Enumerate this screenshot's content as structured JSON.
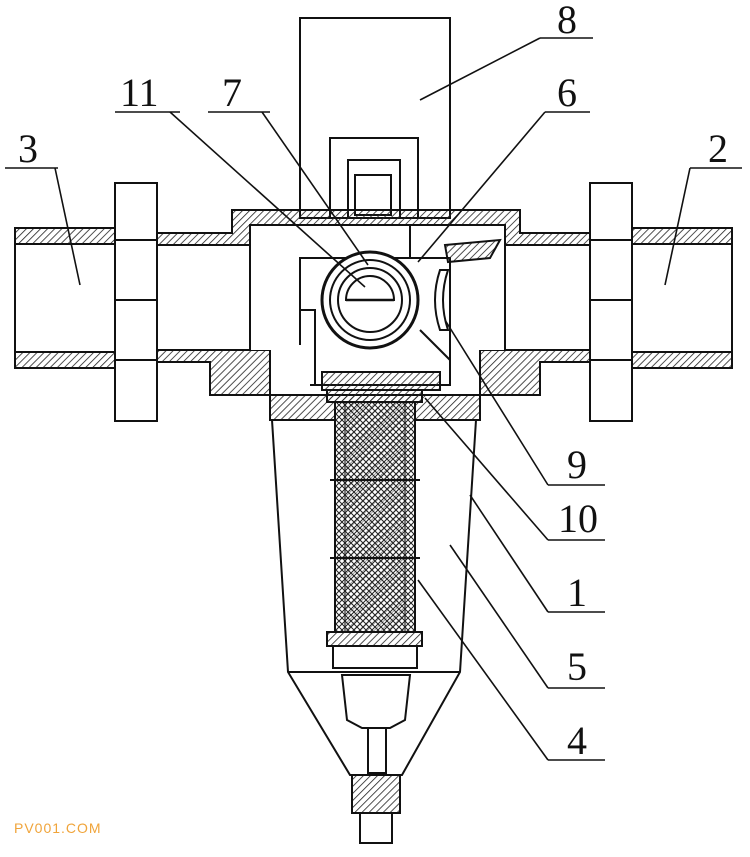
{
  "callouts": {
    "c1": "1",
    "c2": "2",
    "c3": "3",
    "c4": "4",
    "c5": "5",
    "c6": "6",
    "c7": "7",
    "c8": "8",
    "c9": "9",
    "c10": "10",
    "c11": "11"
  },
  "watermark": "PV001.COM",
  "colors": {
    "line": "#111111",
    "hatch": "#222222",
    "watermark": "#f0a43a"
  }
}
